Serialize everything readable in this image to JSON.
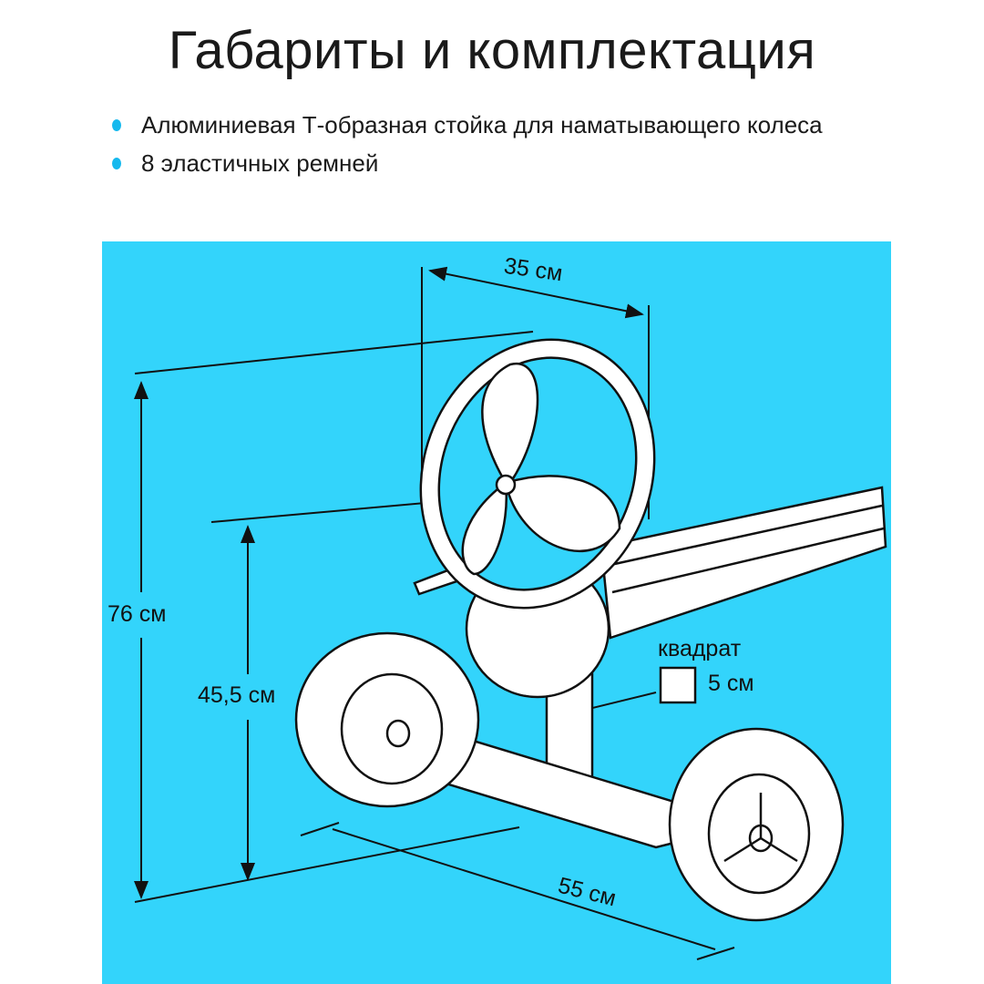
{
  "title": "Габариты и комплектация",
  "bullets": [
    "Алюминиевая Т-образная стойка для наматывающего колеса",
    "8 эластичных ремней"
  ],
  "diagram": {
    "width_label": "35 см",
    "height_total_label": "76 см",
    "height_axis_label": "45,5 см",
    "depth_label": "55 см",
    "profile_label": "квадрат",
    "profile_size_label": "5 см"
  },
  "colors": {
    "panel": "#33d4fb",
    "bullet": "#16b9ee"
  }
}
